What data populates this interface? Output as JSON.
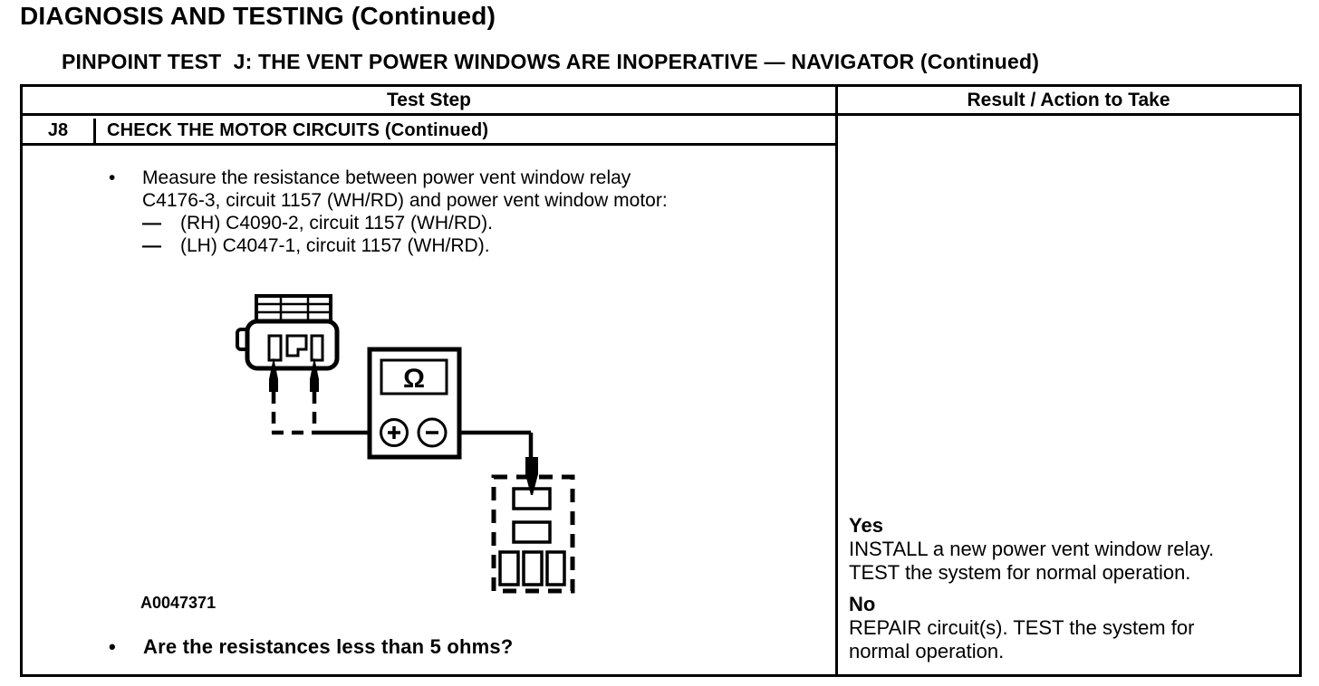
{
  "page": {
    "title": "DIAGNOSIS AND TESTING (Continued)",
    "subtitle": "PINPOINT TEST  J: THE VENT POWER WINDOWS ARE INOPERATIVE — NAVIGATOR (Continued)"
  },
  "table": {
    "header_test_step": "Test Step",
    "header_result": "Result / Action to Take",
    "step_id": "J8",
    "step_title": "CHECK THE MOTOR CIRCUITS (Continued)"
  },
  "glyphs": {
    "bullet": "•",
    "dash": "—"
  },
  "instructions": {
    "measure": "Measure the resistance between power vent window relay\nC4176-3, circuit 1157 (WH/RD) and power vent window motor:",
    "rh": "(RH) C4090-2, circuit 1157 (WH/RD).",
    "lh": "(LH) C4047-1, circuit 1157 (WH/RD).",
    "question": "Are the resistances less than 5 ohms?"
  },
  "figure": {
    "label": "A0047371"
  },
  "diagram": {
    "ohm": "Ω"
  },
  "result": {
    "yes_label": "Yes",
    "yes_action": "INSTALL a new power vent window relay.\nTEST the system for normal operation.",
    "no_label": "No",
    "no_action": "REPAIR circuit(s). TEST the system for\nnormal operation."
  },
  "colors": {
    "ink": "#000000",
    "paper": "#ffffff"
  }
}
